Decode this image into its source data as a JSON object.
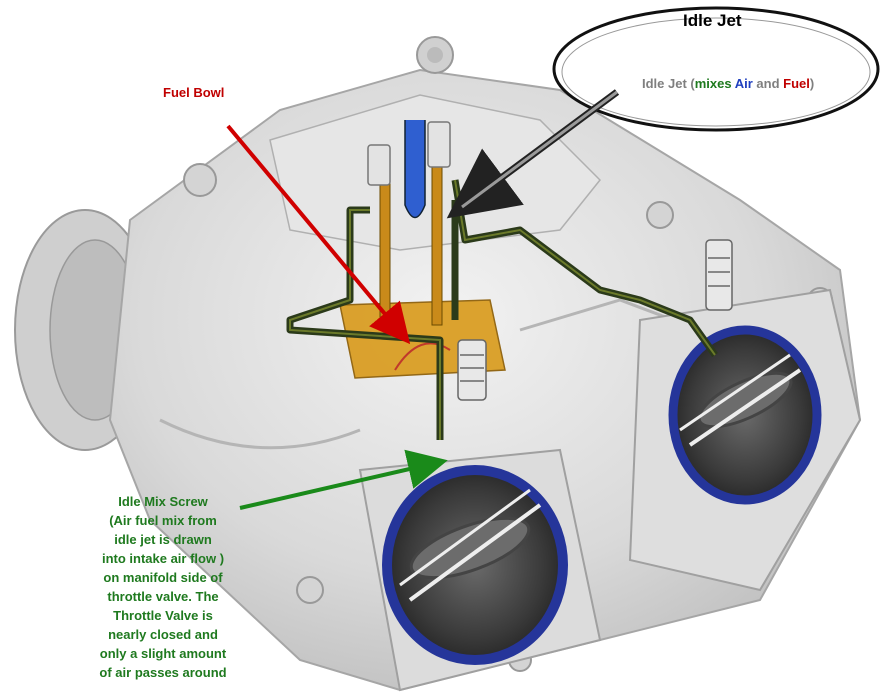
{
  "colors": {
    "red": "#c00000",
    "green": "#1f7a1f",
    "blue": "#1f3fbf",
    "gray": "#7f7f7f",
    "fuel": "#d99a1a",
    "passage": "#2b3a1a",
    "body": "#d8d8d8",
    "bore": "#25359a"
  },
  "labels": {
    "fuel_bowl": "Fuel Bowl",
    "idle_jet_title": "Idle Jet",
    "idle_jet_desc": {
      "prefix": "Idle Jet (",
      "mixes": "mixes ",
      "air": "Air",
      "and": " and ",
      "fuel": "Fuel",
      "suffix": ")"
    },
    "idle_mix_screw": [
      "Idle Mix Screw",
      "(Air fuel mix from",
      "idle jet is drawn",
      "into intake air flow )",
      "on manifold side of",
      "throttle valve. The",
      "Throttle Valve is",
      "nearly closed and",
      "only a slight amount",
      "of air passes around"
    ]
  }
}
